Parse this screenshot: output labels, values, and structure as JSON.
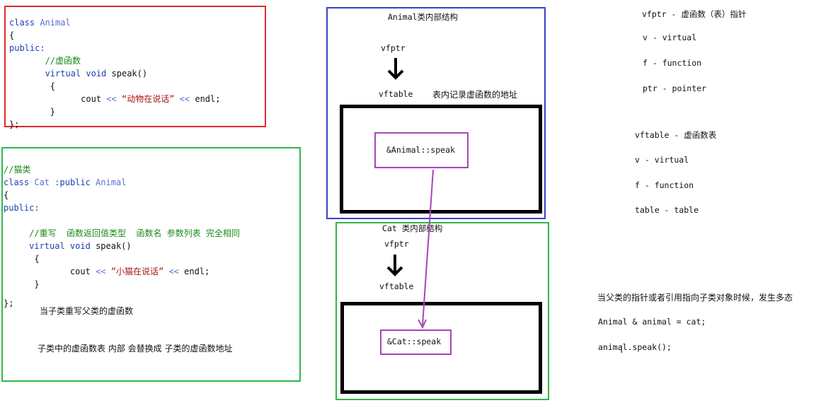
{
  "animal_code": {
    "line1_kw": "class",
    "line1_name": "Animal",
    "line2": "{",
    "line3": "public:",
    "line4_comment": "//虚函数",
    "line5_kw": "virtual void",
    "line5_rest": "speak()",
    "line6": "{",
    "line7_a": "cout",
    "line7_op1": "<<",
    "line7_str": "“动物在说话”",
    "line7_op2": "<<",
    "line7_b": "endl;",
    "line8": "}",
    "line9": "};"
  },
  "cat_code": {
    "line1_comment": "//猫类",
    "line2_kw": "class",
    "line2_name": "Cat",
    "line2_mid": ":public",
    "line2_base": "Animal",
    "line3": "{",
    "line4": "public:",
    "line5_comment": "//重写  函数返回值类型  函数名 参数列表 完全相同",
    "line6_kw": "virtual void",
    "line6_rest": "speak()",
    "line7": "{",
    "line8_a": "cout",
    "line8_op1": "<<",
    "line8_str": "”小猫在说话”",
    "line8_op2": "<<",
    "line8_b": "endl;",
    "line9": "}",
    "line10": "};",
    "note1": "当子类重写父类的虚函数",
    "note2": "子类中的虚函数表 内部 会替换成 子类的虚函数地址"
  },
  "animal_diagram": {
    "title": "Animal类内部结构",
    "vfptr": "vfptr",
    "vftable": "vftable",
    "vftable_note": "表内记录虚函数的地址",
    "entry": "&Animal::speak"
  },
  "cat_diagram": {
    "title": "Cat 类内部结构",
    "vfptr": "vfptr",
    "vftable": "vftable",
    "entry": "&Cat::speak"
  },
  "definitions": {
    "vfptr_line": "vfptr  - 虚函数（表）指针",
    "v1": "v - virtual",
    "f1": "f - function",
    "ptr": "ptr - pointer",
    "vftable_line": "vftable   -  虚函数表",
    "v2": "v  - virtual",
    "f2": "f - function",
    "table": "table - table"
  },
  "polymorphism": {
    "heading": "当父类的指针或者引用指向子类对象时候，发生多态",
    "code1": "Animal & animal = cat;",
    "code2": "animal.speak();"
  },
  "colors": {
    "red_box": "#e0282e",
    "green_box": "#2eb84a",
    "blue_box": "#3b3fc9",
    "purple": "#a646b8",
    "black": "#000000"
  }
}
